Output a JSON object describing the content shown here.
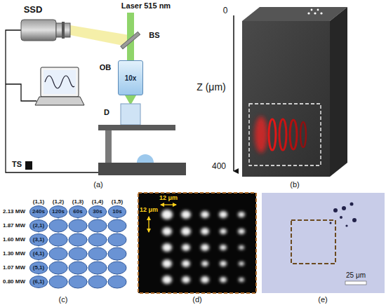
{
  "diagram": {
    "nodes": [
      {
        "text": [
          "10x"
        ]
      },
      {
        "text": [
          "240s"
        ]
      },
      {
        "text": [
          "120s"
        ]
      },
      {
        "text": [
          "60s"
        ]
      },
      {
        "text": [
          "30s"
        ]
      },
      {
        "text": [
          "10s"
        ]
      },
      {
        "text": [
          "(2,1)"
        ]
      },
      {
        "text": [
          "(3,1)"
        ]
      },
      {
        "text": [
          "(4,1)"
        ]
      },
      {
        "text": [
          "(5,1)"
        ]
      },
      {
        "text": [
          "(6,1)"
        ]
      }
    ],
    "labels": [
      "SSD",
      "Laser 515 nm",
      "BS",
      "OB",
      "D",
      "TS",
      "(a)",
      "0",
      "Z (μm)",
      "400",
      "(b)",
      "(1,1)",
      "(1,2)",
      "(1,3)",
      "(1,4)",
      "(1,5)",
      "2.13 MW",
      "1.87 MW",
      "1.60 MW",
      "1.30 MW",
      "1.07 MW",
      "0.80 MW",
      "(c)",
      "12 μm",
      "12 μm",
      "(d)",
      "25 μm",
      "(e)"
    ]
  }
}
